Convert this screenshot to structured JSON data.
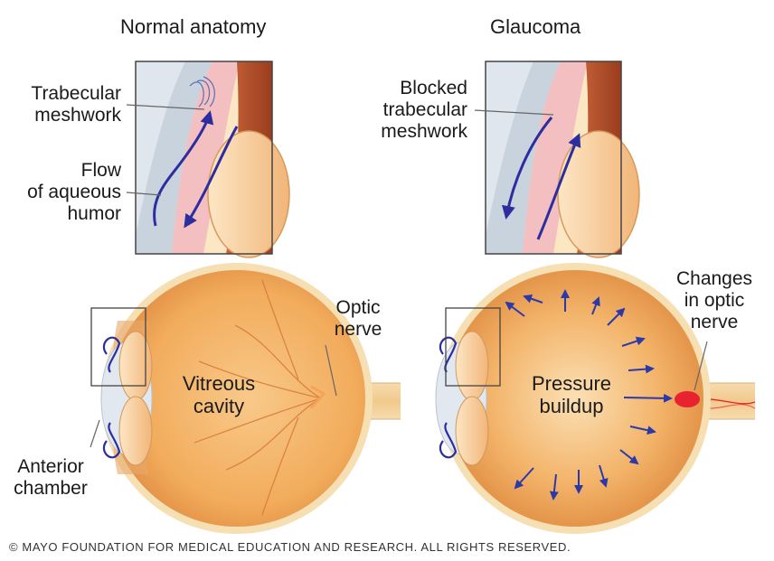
{
  "normal": {
    "title": "Normal anatomy",
    "trabecular_meshwork": [
      "Trabecular",
      "meshwork"
    ],
    "flow": [
      "Flow",
      "of aqueous",
      "humor"
    ],
    "optic_nerve": [
      "Optic",
      "nerve"
    ],
    "vitreous": [
      "Vitreous",
      "cavity"
    ],
    "anterior": [
      "Anterior",
      "chamber"
    ]
  },
  "glaucoma": {
    "title": "Glaucoma",
    "blocked": [
      "Blocked",
      "trabecular",
      "meshwork"
    ],
    "changes": [
      "Changes",
      "in optic",
      "nerve"
    ],
    "pressure": [
      "Pressure",
      "buildup"
    ]
  },
  "copyright": "© MAYO FOUNDATION FOR MEDICAL EDUCATION AND RESEARCH. ALL RIGHTS RESERVED.",
  "colors": {
    "eye_fill": "#f4b96e",
    "sclera": "#f6dfb2",
    "flow_arrow": "#2c2ea0",
    "pressure_arrow": "#2b3aa8",
    "nerve_damage": "#e8222e",
    "muscle": "#b5532b"
  }
}
